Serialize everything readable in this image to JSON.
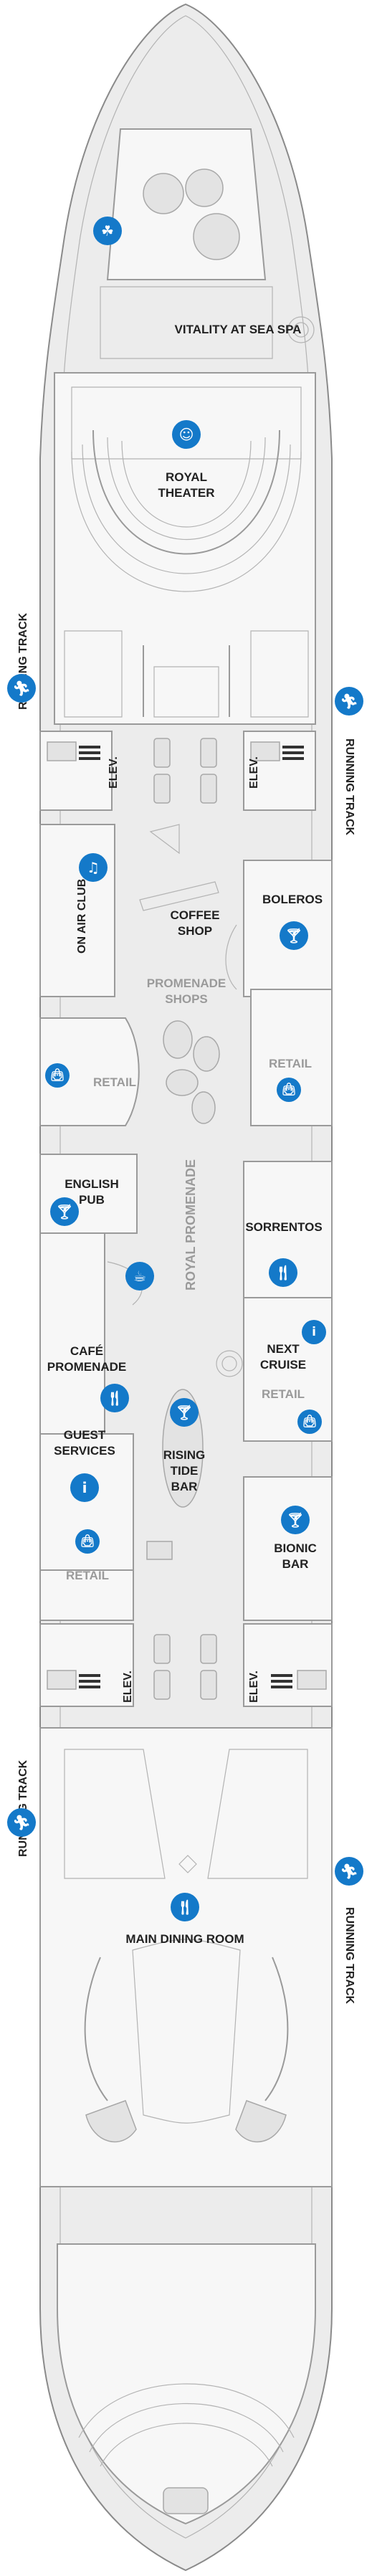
{
  "map": {
    "labels": {
      "spa": "VITALITY AT SEA SPA",
      "theater_line1": "ROYAL",
      "theater_line2": "THEATER",
      "running_track": "RUNNING TRACK",
      "elev": "ELEV.",
      "on_air_club": "ON AIR CLUB",
      "coffee_shop_line1": "COFFEE",
      "coffee_shop_line2": "SHOP",
      "boleros": "BOLEROS",
      "promenade_shops_line1": "PROMENADE",
      "promenade_shops_line2": "SHOPS",
      "retail": "RETAIL",
      "english_pub_line1": "ENGLISH",
      "english_pub_line2": "PUB",
      "royal_promenade": "ROYAL PROMENADE",
      "sorrentos": "SORRENTOS",
      "cafe_promenade_line1": "CAFÉ",
      "cafe_promenade_line2": "PROMENADE",
      "next_cruise_line1": "NEXT",
      "next_cruise_line2": "CRUISE",
      "rising_tide_line1": "RISING",
      "rising_tide_line2": "TIDE",
      "rising_tide_line3": "BAR",
      "guest_services_line1": "GUEST",
      "guest_services_line2": "SERVICES",
      "bionic_bar_line1": "BIONIC",
      "bionic_bar_line2": "BAR",
      "main_dining_room": "MAIN DINING ROOM"
    },
    "icons": {
      "spa": "spa-icon",
      "theater": "theater-masks-icon",
      "running": "runner-icon",
      "cocktail": "cocktail-icon",
      "dining": "knife-fork-icon",
      "shopping": "shopping-bag-icon",
      "info": "info-icon",
      "coffee": "coffee-icon",
      "club": "music-icon"
    },
    "colors": {
      "icon_blue": "#1479c9",
      "hull_grey": "#ececec",
      "wall_grey": "#9a9a9a",
      "label_dark": "#222222",
      "label_light": "#9a9a9a"
    }
  }
}
